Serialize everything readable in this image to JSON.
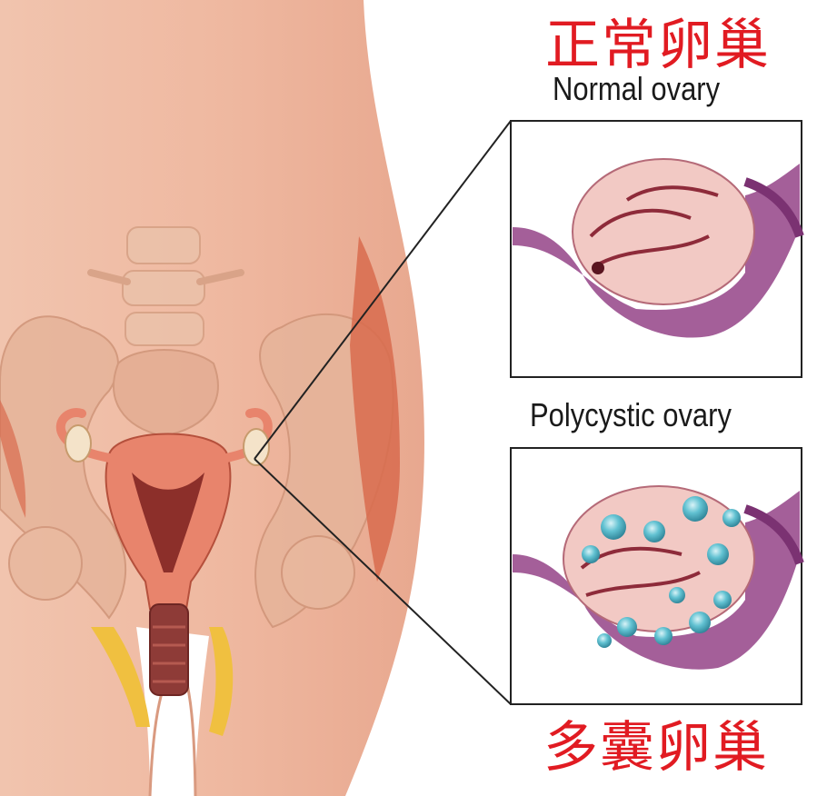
{
  "normal": {
    "label_zh": "正常卵巢",
    "label_en": "Normal ovary"
  },
  "polycystic": {
    "label_zh": "多囊卵巢",
    "label_en": "Polycystic ovary"
  },
  "colors": {
    "label_zh": "#e11b22",
    "skin": "#eeb59c",
    "uterus": "#e8846c",
    "ovary_tissue": "#f2c9c4",
    "fallopian_tube": "#9a4e8e",
    "cyst": "#4fb3c4"
  }
}
